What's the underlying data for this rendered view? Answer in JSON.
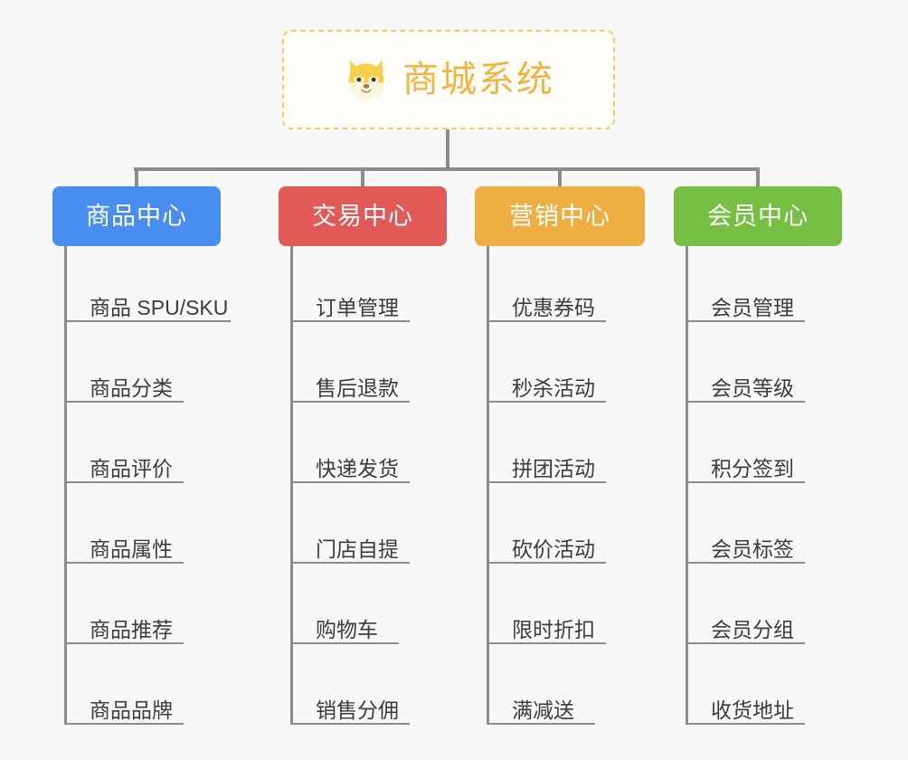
{
  "canvas": {
    "background": "#f8f8f8"
  },
  "root": {
    "title": "商城系统",
    "icon": "shiba-dog-face-icon",
    "text_color": "#f0b441",
    "border_color": "#f5c96a"
  },
  "connector_color": "#8c8c8c",
  "categories": [
    {
      "label": "商品中心",
      "color": "#4a8df0",
      "items": [
        "商品 SPU/SKU",
        "商品分类",
        "商品评价",
        "商品属性",
        "商品推荐",
        "商品品牌"
      ]
    },
    {
      "label": "交易中心",
      "color": "#e25a58",
      "items": [
        "订单管理",
        "售后退款",
        "快递发货",
        "门店自提",
        "购物车",
        "销售分佣"
      ]
    },
    {
      "label": "营销中心",
      "color": "#eeae42",
      "items": [
        "优惠券码",
        "秒杀活动",
        "拼团活动",
        "砍价活动",
        "限时折扣",
        "满减送"
      ]
    },
    {
      "label": "会员中心",
      "color": "#76bf43",
      "items": [
        "会员管理",
        "会员等级",
        "积分签到",
        "会员标签",
        "会员分组",
        "收货地址"
      ]
    }
  ]
}
